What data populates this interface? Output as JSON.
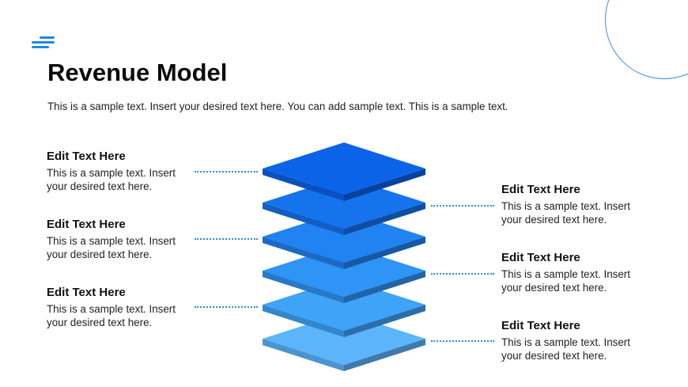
{
  "slide": {
    "title": "Revenue Model",
    "subtitle": "This is a sample text. Insert your desired text here. You can add sample text. This is a sample text.",
    "colors": {
      "accent": "#1e88e5",
      "layers_top_to_bottom": [
        "#0b63e8",
        "#1673ee",
        "#2183f1",
        "#2e94f5",
        "#3fa3f8",
        "#5cb4fb"
      ]
    },
    "left_blocks": [
      {
        "heading": "Edit Text Here",
        "line1": "This is a sample text. Insert",
        "line2": "your desired text here."
      },
      {
        "heading": "Edit Text Here",
        "line1": "This is a sample text. Insert",
        "line2": "your desired text here."
      },
      {
        "heading": "Edit Text Here",
        "line1": "This is a sample text. Insert",
        "line2": "your desired text here."
      }
    ],
    "right_blocks": [
      {
        "heading": "Edit Text Here",
        "line1": "This is a sample text. Insert",
        "line2": "your desired text here."
      },
      {
        "heading": "Edit Text Here",
        "line1": "This is a sample text. Insert",
        "line2": "your desired text here."
      },
      {
        "heading": "Edit Text Here",
        "line1": "This is a sample text. Insert",
        "line2": "your desired text here."
      }
    ]
  }
}
